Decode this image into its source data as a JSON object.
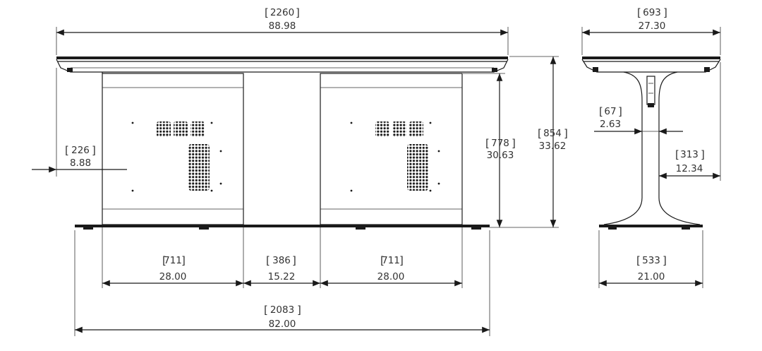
{
  "colors": {
    "line": "#1a1a1a",
    "text": "#333333",
    "background": "#ffffff"
  },
  "dimensions": {
    "overall_width": {
      "mm": "2260",
      "in": "88.98"
    },
    "depth": {
      "mm": "693",
      "in": "27.30"
    },
    "leg_inset": {
      "mm": "226",
      "in": "8.88"
    },
    "leg_height": {
      "mm": "778",
      "in": "30.63"
    },
    "overall_height": {
      "mm": "854",
      "in": "33.62"
    },
    "column_width": {
      "mm": "67",
      "in": "2.63"
    },
    "side_offset": {
      "mm": "313",
      "in": "12.34"
    },
    "cabinet_left": {
      "mm": "711",
      "in": "28.00"
    },
    "cabinet_gap": {
      "mm": "386",
      "in": "15.22"
    },
    "cabinet_right": {
      "mm": "711",
      "in": "28.00"
    },
    "base_depth": {
      "mm": "533",
      "in": "21.00"
    },
    "base_length": {
      "mm": "2083",
      "in": "82.00"
    }
  }
}
